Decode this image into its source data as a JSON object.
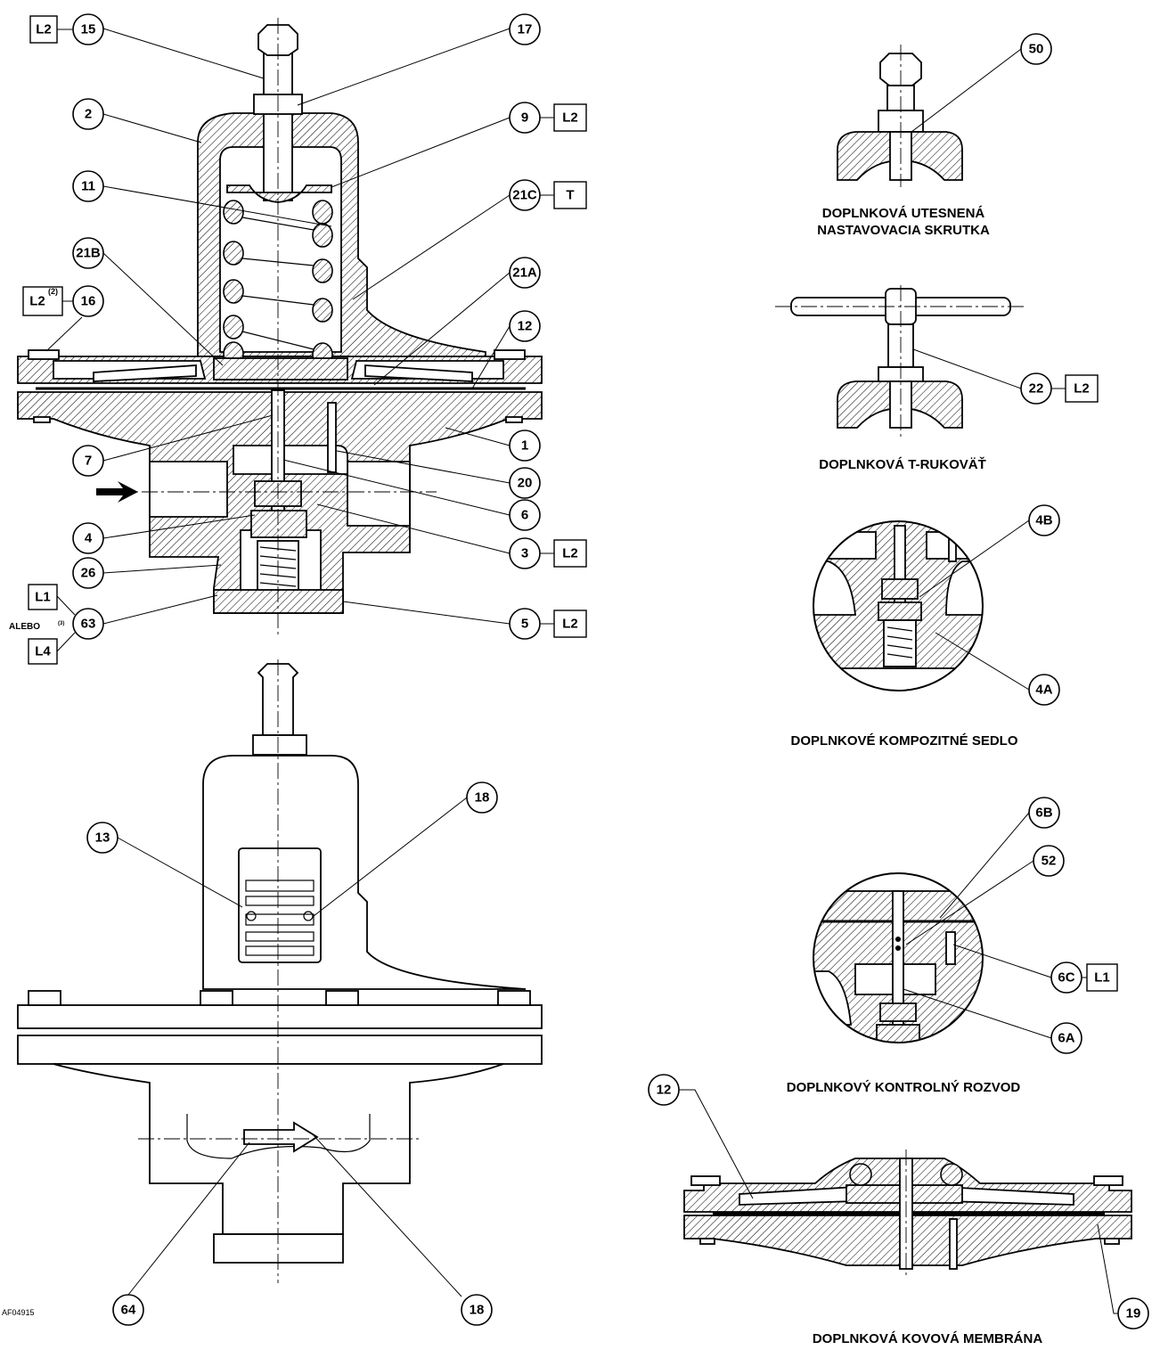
{
  "figure_id": "AF04915",
  "captions": {
    "sealed_screw": [
      "DOPLNKOVÁ UTESNENÁ",
      "NASTAVOVACIA SKRUTKA"
    ],
    "t_handle": "DOPLNKOVÁ T-RUKOVÄŤ",
    "composite_seat": "DOPLNKOVÉ KOMPOZITNÉ SEDLO",
    "control_line": "DOPLNKOVÝ KONTROLNÝ ROZVOD",
    "metal_diaphragm": "DOPLNKOVÁ KOVOVÁ MEMBRÁNA"
  },
  "callouts": {
    "c15": "15",
    "c17": "17",
    "c2": "2",
    "c9": "9",
    "c11": "11",
    "c21c": "21C",
    "c21b": "21B",
    "c21a": "21A",
    "c16": "16",
    "c12": "12",
    "c1": "1",
    "c7": "7",
    "c20": "20",
    "c6": "6",
    "c4": "4",
    "c3": "3",
    "c26": "26",
    "c63": "63",
    "c5": "5",
    "c13": "13",
    "c18a": "18",
    "c64": "64",
    "c18b": "18",
    "c50": "50",
    "c22": "22",
    "c4b": "4B",
    "c4a": "4A",
    "c6b": "6B",
    "c52": "52",
    "c6c": "6C",
    "c6a": "6A",
    "c12b": "12",
    "c19": "19"
  },
  "tags": {
    "t15": "L2",
    "t9": "L2",
    "t21c": "T",
    "t16": "L2",
    "t16_sup": "(2)",
    "t3": "L2",
    "t5": "L2",
    "t63a": "L1",
    "t63_or": "ALEBO",
    "t63_or_sup": "(3)",
    "t63b": "L4",
    "t22": "L2",
    "t6c": "L1"
  }
}
